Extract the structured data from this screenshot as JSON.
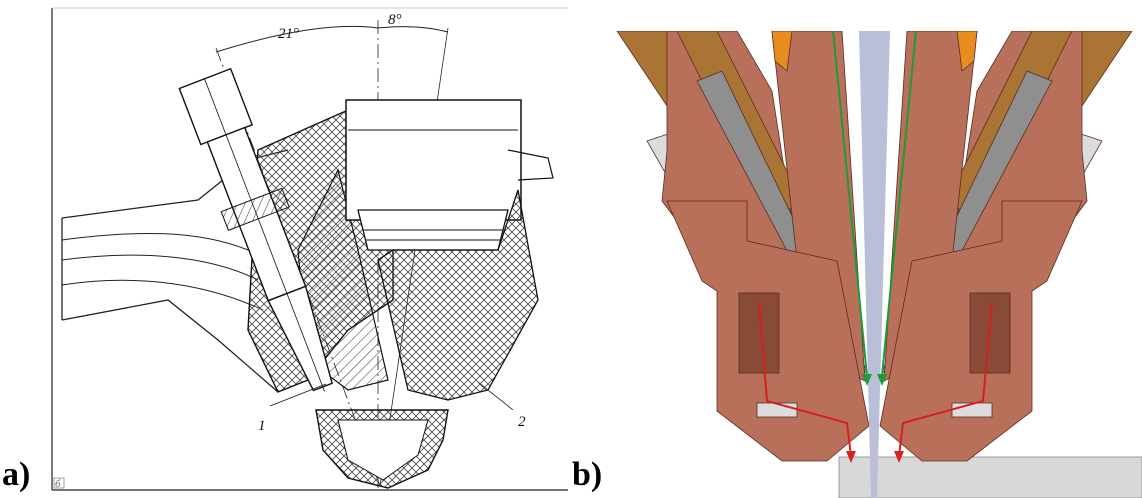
{
  "figure": {
    "panel_a": {
      "label": "a)",
      "angle_left": "21°",
      "angle_right": "8°",
      "callout_1": "1",
      "callout_2": "2",
      "corner_mark": "б"
    },
    "panel_b": {
      "label": "b)"
    },
    "colors": {
      "copper": "#b9705a",
      "copper_dark": "#8a4a38",
      "brass": "#a97434",
      "steel": "#8f8f8f",
      "light_grey": "#dcdcdc",
      "beam": "#b9bfd9",
      "orange": "#e88c1f",
      "red_arrow": "#d62020",
      "green_line": "#1f9a3a",
      "workpiece": "#d8d8d8"
    }
  }
}
